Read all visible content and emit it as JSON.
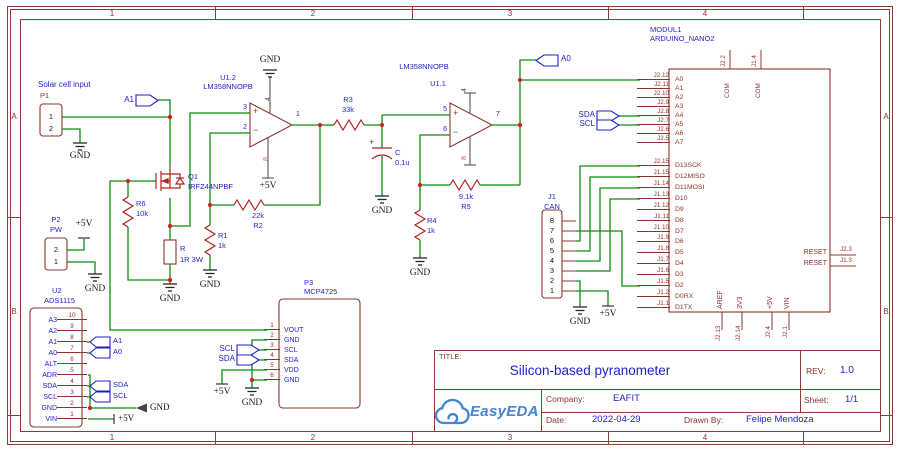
{
  "sheet": {
    "zones_top": [
      "1",
      "2",
      "3",
      "4"
    ],
    "zones_bottom": [
      "1",
      "2",
      "3",
      "4"
    ],
    "zones_left": [
      "A",
      "B"
    ],
    "zones_right": [
      "A",
      "B"
    ]
  },
  "title_block": {
    "title_label": "TITLE:",
    "title": "Silicon-based pyranometer",
    "rev_label": "REV:",
    "rev": "1.0",
    "company_label": "Company:",
    "company": "EAFIT",
    "sheet_label": "Sheet:",
    "sheet": "1/1",
    "date_label": "Date:",
    "date": "2022-04-29",
    "drawn_label": "Drawn By:",
    "drawn": "Felipe Mendoza",
    "logo_text": "EasyEDA"
  },
  "colors": {
    "wire": "#0f8a0f",
    "symbol": "#8e342c",
    "net_label": "#1f1fc9",
    "logo": "#4285d2"
  },
  "p1": {
    "note": "Solar cell input",
    "ref": "P1",
    "pin1": "1",
    "pin2": "2",
    "gnd": "GND"
  },
  "flags": {
    "a1": "A1",
    "a0": "A0",
    "sda": "SDA",
    "scl": "SCL"
  },
  "q1": {
    "ref": "Q1",
    "part": "IRFZ44NPBF"
  },
  "r6": {
    "ref": "R6",
    "value": "10k"
  },
  "rshunt": {
    "ref": "R",
    "value": "1R 3W",
    "gnd": "GND"
  },
  "r1": {
    "ref": "R1",
    "value": "1k",
    "gnd": "GND"
  },
  "r2": {
    "value": "22k",
    "ref": "R2"
  },
  "r3": {
    "ref": "R3",
    "value": "33k"
  },
  "r4": {
    "ref": "R4",
    "value": "1k",
    "gnd": "GND"
  },
  "r5": {
    "value": "9.1k",
    "ref": "R5"
  },
  "c1": {
    "ref": "C",
    "value": "0.1u",
    "plus": "+",
    "gnd": "GND"
  },
  "u12": {
    "ref": "U1.2",
    "part": "LM358NNOPB",
    "pin_p": "3",
    "pin_n": "2",
    "pin_o": "1",
    "pin_gnd": "4",
    "pin_vcc": "8",
    "plus": "+",
    "minus": "−",
    "gnd": "GND",
    "vcc": "+5V"
  },
  "u11": {
    "ref": "U1.1",
    "part": "LM358NNOPB",
    "pin_p": "5",
    "pin_n": "6",
    "pin_o": "7",
    "pin_gnd": "4",
    "pin_vcc": "8",
    "plus": "+",
    "minus": "−"
  },
  "p2": {
    "ref": "P2",
    "name": "PW",
    "pin_top": "2",
    "pin_bottom": "1",
    "vcc": "+5V",
    "gnd": "GND"
  },
  "u2": {
    "ref": "U2",
    "part": "ADS1115",
    "pins": [
      {
        "name": "A3",
        "num": "10"
      },
      {
        "name": "A2",
        "num": "9"
      },
      {
        "name": "A1",
        "num": "8"
      },
      {
        "name": "A0",
        "num": "7"
      },
      {
        "name": "ALT",
        "num": "6"
      },
      {
        "name": "ADR",
        "num": "5"
      },
      {
        "name": "SDA",
        "num": "4"
      },
      {
        "name": "SCL",
        "num": "3"
      },
      {
        "name": "GND",
        "num": "2"
      },
      {
        "name": "VIN",
        "num": "1"
      }
    ],
    "flag_a1": "A1",
    "flag_a0": "A0",
    "flag_sda": "SDA",
    "flag_scl": "SCL",
    "gnd": "GND",
    "vcc": "+5V"
  },
  "p3": {
    "ref": "P3",
    "part": "MCP4725",
    "pins": [
      {
        "num": "1",
        "name": "VOUT"
      },
      {
        "num": "2",
        "name": "GND"
      },
      {
        "num": "3",
        "name": "SCL"
      },
      {
        "num": "4",
        "name": "SDA"
      },
      {
        "num": "5",
        "name": "VDD"
      },
      {
        "num": "6",
        "name": "GND"
      }
    ],
    "flag_scl": "SCL",
    "flag_sda": "SDA",
    "vcc": "+5V",
    "gnd": "GND"
  },
  "j1": {
    "ref": "J1",
    "name": "CAN",
    "pins": [
      "8",
      "7",
      "6",
      "5",
      "4",
      "3",
      "2",
      "1"
    ],
    "gnd": "GND",
    "vcc": "+5V"
  },
  "nano": {
    "ref": "MODUL1",
    "part": "ARDUINO_NANO2",
    "top_pins": [
      {
        "label": "J2.2",
        "name": "COM"
      },
      {
        "label": "J1.4",
        "name": "COM"
      }
    ],
    "analog_pins": [
      {
        "label": "J2.12",
        "name": "A0"
      },
      {
        "label": "J2.11",
        "name": "A1"
      },
      {
        "label": "J2.10",
        "name": "A2"
      },
      {
        "label": "J2.9",
        "name": "A3"
      },
      {
        "label": "J2.8",
        "name": "A4"
      },
      {
        "label": "J2.7",
        "name": "A5"
      },
      {
        "label": "J2.6",
        "name": "A6"
      },
      {
        "label": "J2.5",
        "name": "A7"
      }
    ],
    "digital_pins": [
      {
        "label": "J2.15",
        "name": "D13SCK"
      },
      {
        "label": "J1.15",
        "name": "D12MISO"
      },
      {
        "label": "J1.14",
        "name": "D11MOSI"
      },
      {
        "label": "J1.13",
        "name": "D10"
      },
      {
        "label": "J1.12",
        "name": "D9"
      },
      {
        "label": "J1.11",
        "name": "D8"
      },
      {
        "label": "J1.10",
        "name": "D7"
      },
      {
        "label": "J1.9",
        "name": "D6"
      },
      {
        "label": "J1.8",
        "name": "D5"
      },
      {
        "label": "J1.7",
        "name": "D4"
      },
      {
        "label": "J1.6",
        "name": "D3"
      },
      {
        "label": "J1.5",
        "name": "D2"
      },
      {
        "label": "J1.2",
        "name": "D0RX"
      },
      {
        "label": "J1.1",
        "name": "D1TX"
      }
    ],
    "right_pins": [
      {
        "name": "RESET",
        "label": "J2.3"
      },
      {
        "name": "RESET",
        "label": "J1.3"
      }
    ],
    "bottom_pins": [
      {
        "name": "AREF",
        "label": "J2.13"
      },
      {
        "name": "3V3",
        "label": "J2.14"
      },
      {
        "name": "+5V",
        "label": "J2.4"
      },
      {
        "name": "VIN",
        "label": "J2.1"
      }
    ]
  }
}
